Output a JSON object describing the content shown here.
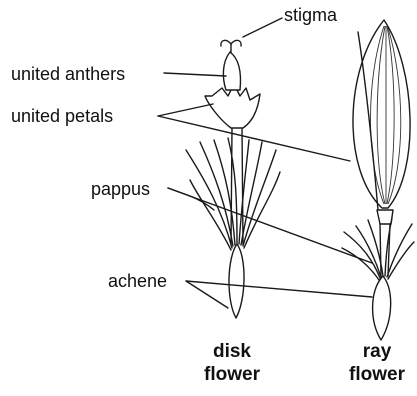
{
  "labels": {
    "stigma": "stigma",
    "united_anthers": "united anthers",
    "united_petals": "united petals",
    "pappus": "pappus",
    "achene": "achene"
  },
  "captions": {
    "disk": "disk\nflower",
    "ray": "ray\nflower"
  }
}
